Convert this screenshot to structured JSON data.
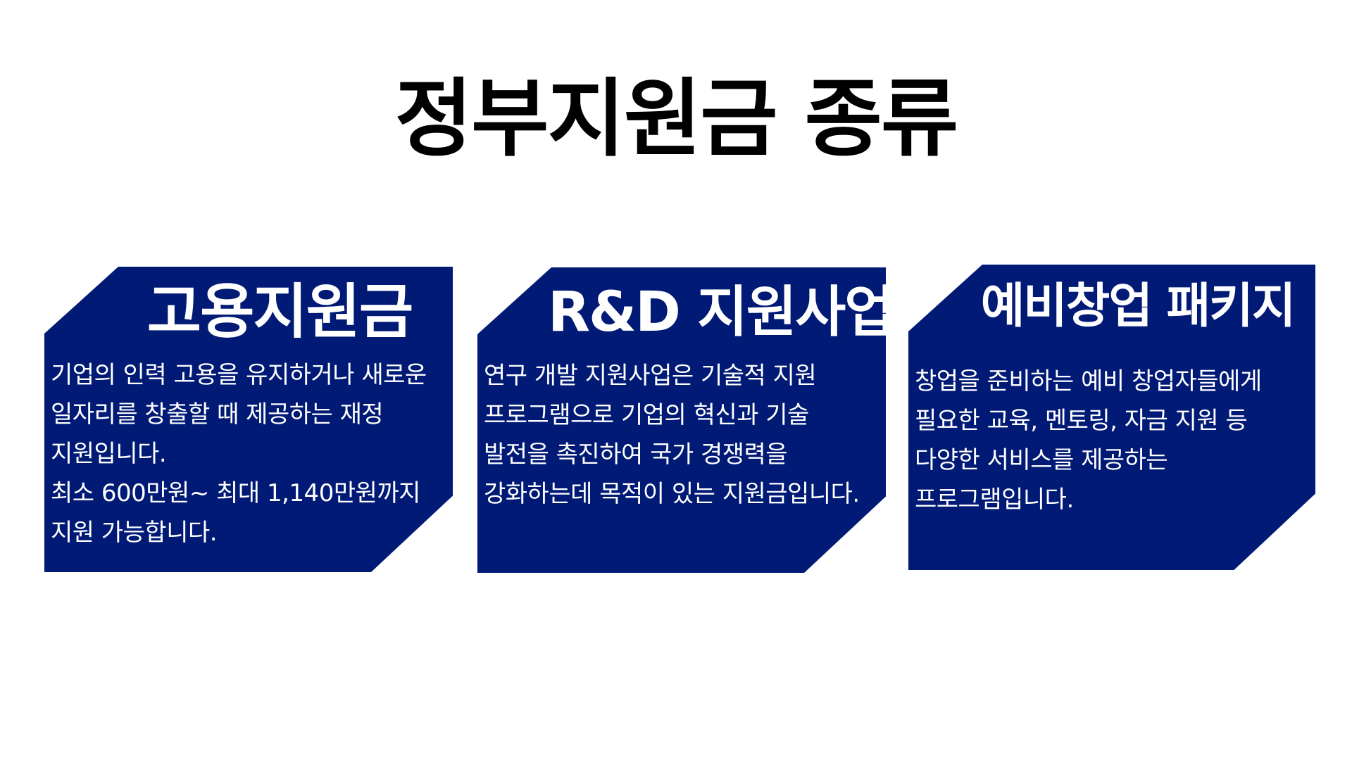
{
  "page": {
    "title": "정부지원금 종류"
  },
  "cards": [
    {
      "title": "고용지원금",
      "body": "기업의 인력 고용을 유지하거나 새로운 일자리를 창출할 때 제공하는 재정 지원입니다.",
      "body2": "최소 600만원~ 최대 1,140만원까지 지원 가능합니다."
    },
    {
      "title": "R&D 지원사업",
      "body": "연구 개발 지원사업은 기술적 지원 프로그램으로 기업의 혁신과 기술 발전을 촉진하여 국가 경쟁력을 강화하는데 목적이 있는 지원금입니다."
    },
    {
      "title": "예비창업 패키지",
      "body": "창업을 준비하는 예비 창업자들에게 필요한 교육, 멘토링, 자금 지원 등 다양한 서비스를 제공하는 프로그램입니다."
    }
  ],
  "colors": {
    "card_background": "#001a75",
    "card_text": "#ffffff",
    "title_text": "#000000",
    "page_background": "#ffffff"
  }
}
